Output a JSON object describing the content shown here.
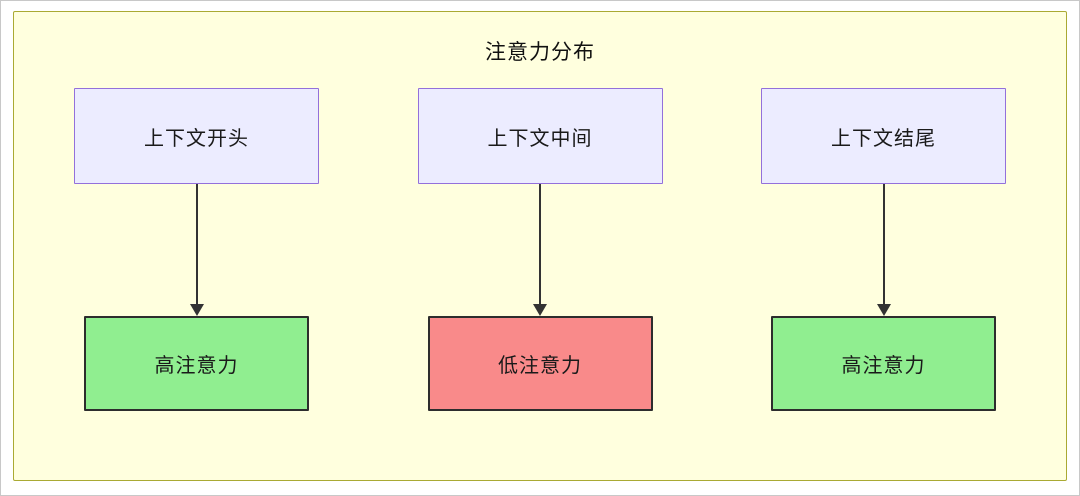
{
  "diagram": {
    "title": "注意力分布",
    "columns": [
      {
        "top_label": "上下文开头",
        "bottom_label": "高注意力",
        "bottom_bg": "#90EE90",
        "bottom_border": "#2d2d2d"
      },
      {
        "top_label": "上下文中间",
        "bottom_label": "低注意力",
        "bottom_bg": "#F98A8A",
        "bottom_border": "#2d2d2d"
      },
      {
        "top_label": "上下文结尾",
        "bottom_label": "高注意力",
        "bottom_bg": "#90EE90",
        "bottom_border": "#2d2d2d"
      }
    ],
    "colors": {
      "container_bg": "#FFFFDE",
      "container_border": "#AAAA33",
      "top_node_bg": "#ECECFF",
      "top_node_border": "#9370DB",
      "arrow_color": "#333333"
    }
  }
}
